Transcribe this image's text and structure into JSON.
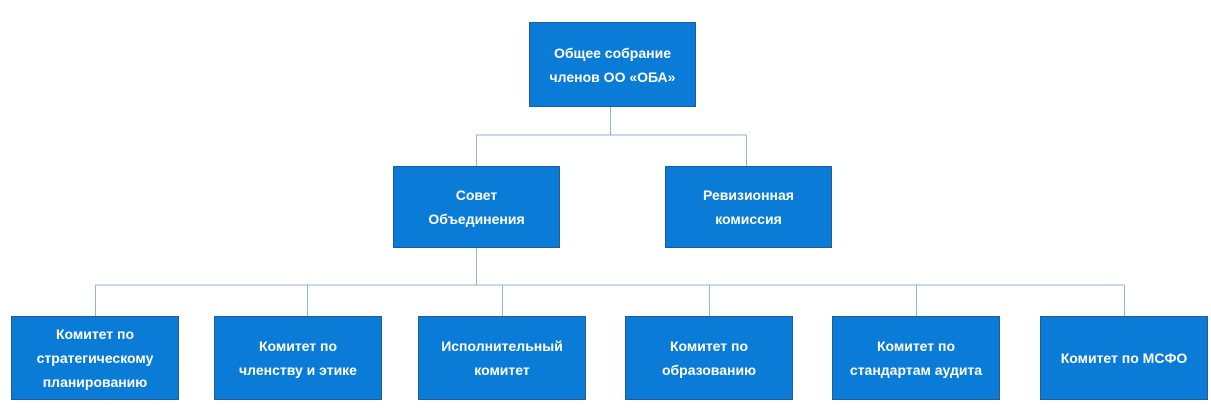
{
  "colors": {
    "box_fill": "#0a7bd6",
    "box_border": "#1f5d99",
    "text": "#ffffff",
    "connector": "#8fb3d6"
  },
  "nodes": {
    "general_assembly": "Общее собрание\nчленов ОО «ОБА»",
    "council": "Совет\nОбъединения",
    "audit_commission": "Ревизионная\nкомиссия",
    "committee_strategic": "Комитет по\nстратегическому\nпланированию",
    "committee_membership": "Комитет по\nчленству и этике",
    "executive_committee": "Исполнительный\nкомитет",
    "committee_education": "Комитет по\nобразованию",
    "committee_audit_standards": "Комитет по\nстандартам аудита",
    "committee_ifrs": "Комитет по МСФО"
  }
}
